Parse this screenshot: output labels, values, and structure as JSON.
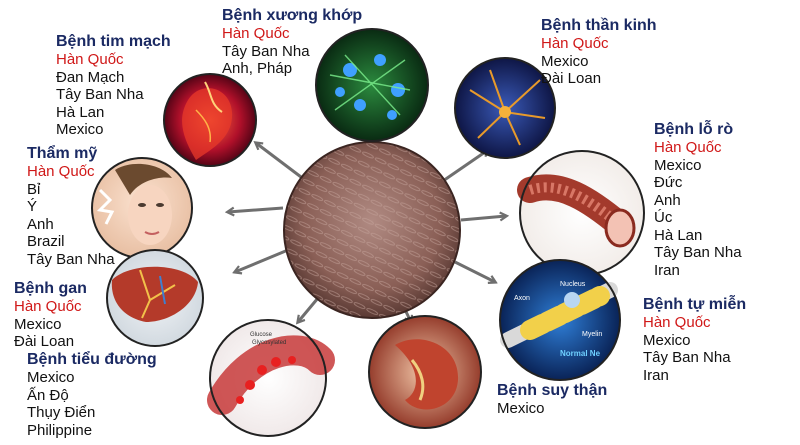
{
  "colors": {
    "title": "#1b2a63",
    "highlight_country": "#d01818",
    "text": "#111111",
    "arrow": "#6f6f6f"
  },
  "center": {
    "name": "stem-cell-culture"
  },
  "diseases": [
    {
      "id": "cardio",
      "icon": "heart-icon",
      "title": "Bệnh tim mạch",
      "countries": [
        "Hàn Quốc",
        "Đan Mạch",
        "Tây Ban Nha",
        "Hà Lan",
        "Mexico"
      ]
    },
    {
      "id": "bone",
      "icon": "bone-cell-icon",
      "title": "Bệnh xương khớp",
      "countries": [
        "Hàn Quốc",
        "Tây Ban Nha",
        "Anh, Pháp"
      ]
    },
    {
      "id": "neuro",
      "icon": "neuron-icon",
      "title": "Bệnh thần kinh",
      "countries": [
        "Hàn Quốc",
        "Mexico",
        "Đài Loan"
      ]
    },
    {
      "id": "fistula",
      "icon": "intestine-icon",
      "title": "Bệnh lỗ rò",
      "countries": [
        "Hàn Quốc",
        "Mexico",
        "Đức",
        "Anh",
        "Úc",
        "Hà Lan",
        "Tây Ban Nha",
        "Iran"
      ]
    },
    {
      "id": "cosmetic",
      "icon": "face-icon",
      "title": "Thẩm mỹ",
      "countries": [
        "Hàn Quốc",
        "Bỉ",
        "Ý",
        "Anh",
        "Brazil",
        "Tây Ban Nha"
      ]
    },
    {
      "id": "autoimmune",
      "icon": "nerve-fiber-icon",
      "title": "Bệnh tự miễn",
      "countries": [
        "Hàn Quốc",
        "Mexico",
        "Tây Ban Nha",
        "Iran"
      ],
      "image_labels": [
        "Axon",
        "Nucleus",
        "Myelin",
        "Normal Ne"
      ]
    },
    {
      "id": "liver",
      "icon": "liver-icon",
      "title": "Bệnh gan",
      "countries": [
        "Hàn Quốc",
        "Mexico",
        "Đài Loan"
      ]
    },
    {
      "id": "diabetes",
      "icon": "blood-vessel-icon",
      "title": "Bệnh tiểu đường",
      "countries": [
        "Mexico",
        "Ấn Độ",
        "Thụy Điển",
        "Philippine"
      ],
      "image_labels": [
        "Glucose",
        "Glycosylated"
      ]
    },
    {
      "id": "kidney",
      "icon": "kidney-icon",
      "title": "Bệnh suy thận",
      "countries": [
        "Mexico"
      ]
    }
  ]
}
